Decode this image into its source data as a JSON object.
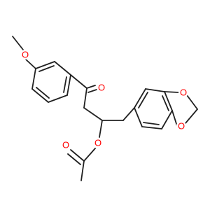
{
  "molecule": {
    "atoms": [
      {
        "id": "o_methoxy",
        "symbol": "O",
        "color": "#ff0000"
      },
      {
        "id": "o_ketone",
        "symbol": "O",
        "color": "#ff0000"
      },
      {
        "id": "o_dioxole_upper",
        "symbol": "O",
        "color": "#ff0000"
      },
      {
        "id": "o_dioxole_lower",
        "symbol": "O",
        "color": "#ff0000"
      },
      {
        "id": "o_ester",
        "symbol": "O",
        "color": "#ff0000"
      },
      {
        "id": "o_acetyl",
        "symbol": "O",
        "color": "#ff0000"
      }
    ],
    "bond_color": "#202020"
  }
}
